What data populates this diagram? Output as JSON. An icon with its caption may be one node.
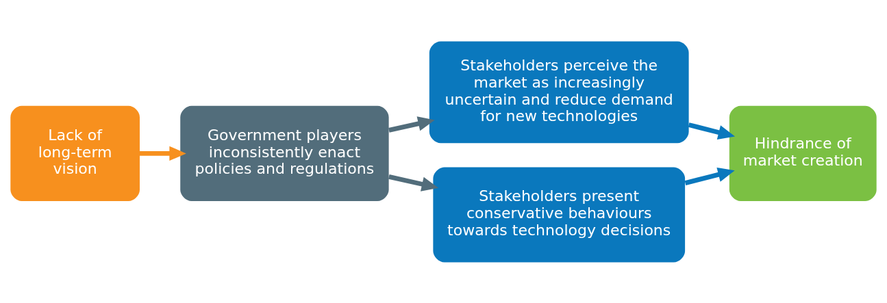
{
  "diagram": {
    "nodes": [
      {
        "text": [
          "Lack of long-term vision"
        ]
      },
      {
        "text": [
          "Government players inconsistently enact policies and regulations"
        ]
      },
      {
        "text": [
          "Stakeholders perceive the market as increasingly uncertain and reduce demand for new technologies"
        ]
      },
      {
        "text": [
          "Stakeholders present conservative behaviours towards technology decisions"
        ]
      },
      {
        "text": [
          "Hindrance of market creation"
        ]
      }
    ],
    "edges": [
      {
        "from": 0,
        "to": 1,
        "arrow": "to",
        "color": "#f7901e"
      },
      {
        "from": 1,
        "to": 2,
        "arrow": "to",
        "color": "#526d7b"
      },
      {
        "from": 1,
        "to": 3,
        "arrow": "to",
        "color": "#526d7b"
      },
      {
        "from": 2,
        "to": 4,
        "arrow": "to",
        "color": "#0a78bd"
      },
      {
        "from": 3,
        "to": 4,
        "arrow": "to",
        "color": "#0a78bd"
      }
    ]
  }
}
